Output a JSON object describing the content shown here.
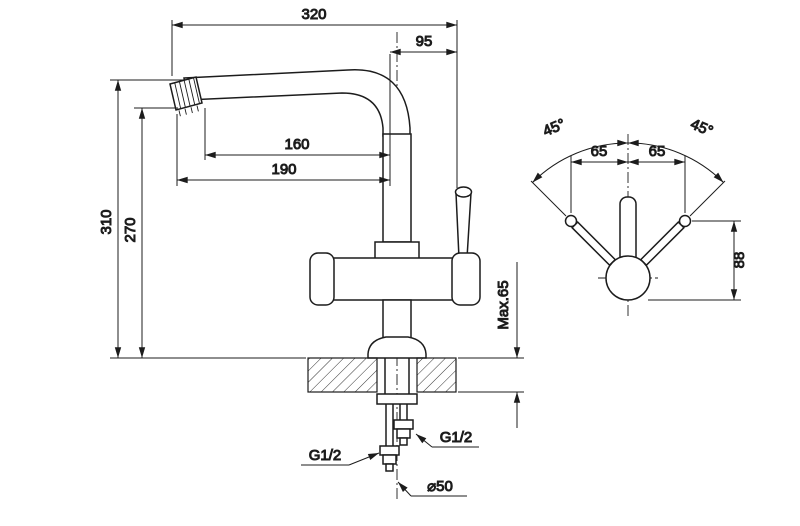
{
  "drawing": {
    "colors": {
      "line": "#1c1c1c",
      "background": "#ffffff"
    },
    "side_view": {
      "overall_width": "320",
      "handle_offset": "95",
      "spout_reach": "160",
      "spout_reach_outer": "190",
      "overall_height": "310",
      "spout_height": "270",
      "max_mount_thickness": "Max.65",
      "thread_left": "G1/2",
      "thread_right": "G1/2",
      "hole_diameter": "⌀50"
    },
    "top_view": {
      "angle_left": "45°",
      "angle_right": "45°",
      "handle_span_left": "65",
      "handle_span_right": "65",
      "handle_height": "88"
    }
  }
}
